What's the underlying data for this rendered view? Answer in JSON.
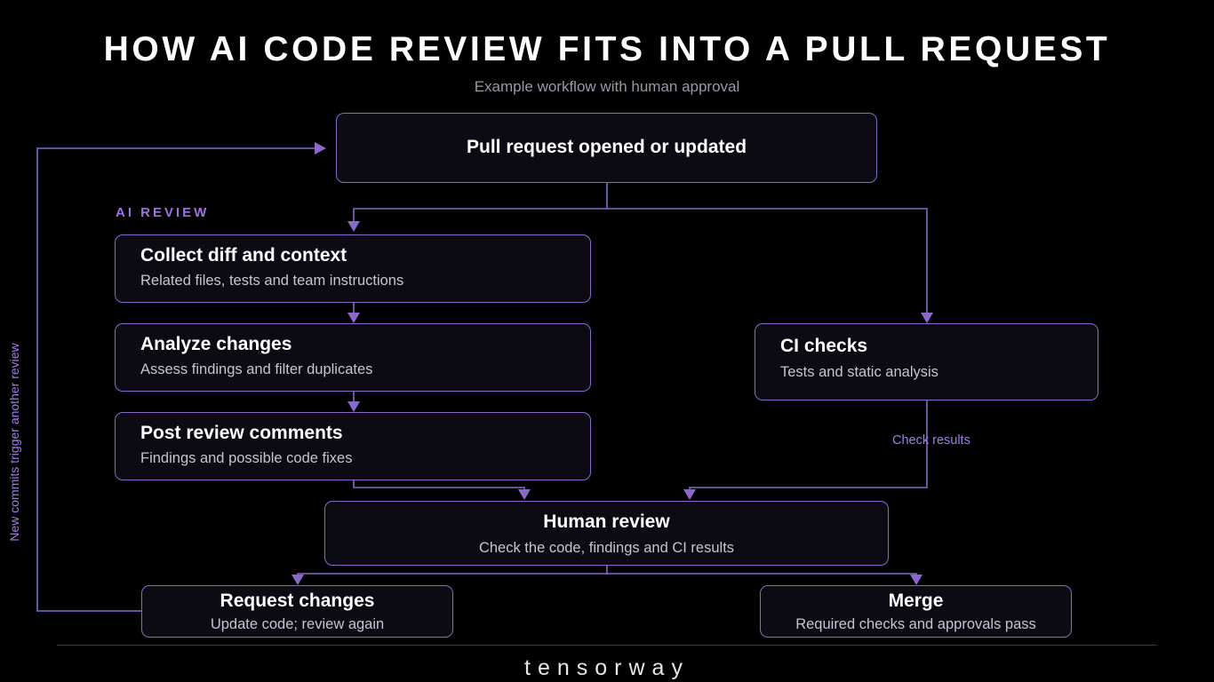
{
  "header": {
    "title": "HOW AI CODE REVIEW FITS INTO A PULL REQUEST",
    "subtitle": "Example workflow with human approval"
  },
  "section_label": "AI REVIEW",
  "nodes": {
    "pr_opened": {
      "title": "Pull request opened or updated"
    },
    "collect": {
      "title": "Collect diff and context",
      "subtitle": "Related files, tests and team instructions"
    },
    "analyze": {
      "title": "Analyze changes",
      "subtitle": "Assess findings and filter duplicates"
    },
    "post": {
      "title": "Post review comments",
      "subtitle": "Findings and possible code fixes"
    },
    "ci": {
      "title": "CI checks",
      "subtitle": "Tests and static analysis"
    },
    "human": {
      "title": "Human review",
      "subtitle": "Check the code, findings and CI results"
    },
    "request_changes": {
      "title": "Request changes",
      "subtitle": "Update code; review again"
    },
    "merge": {
      "title": "Merge",
      "subtitle": "Required checks and approvals pass"
    }
  },
  "edge_labels": {
    "check_results": "Check results",
    "loop": "New commits trigger another review"
  },
  "footer": {
    "brand": "tensorway"
  },
  "colors": {
    "background": "#000000",
    "accent": "#8a68cc",
    "accent_text": "#9d73e0",
    "node_fill": "#0c0b14"
  }
}
